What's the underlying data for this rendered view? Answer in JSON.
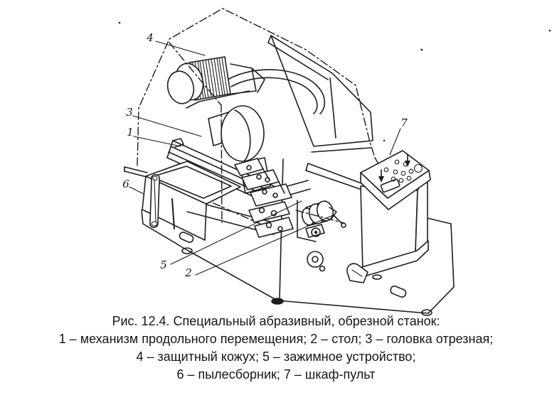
{
  "figure": {
    "type": "technical-drawing",
    "callout_numbers": {
      "n1": "1",
      "n2": "2",
      "n3": "3",
      "n4": "4",
      "n5": "5",
      "n6": "6",
      "n7": "7"
    },
    "caption": {
      "title": "Рис. 12.4. Специальный абразивный, обрезной станок:",
      "legend_lines": [
        "1 – механизм продольного перемещения; 2 – стол; 3 – головка отрезная;",
        "4 – защитный кожух; 5 – зажимное устройство;",
        "6 – пылесборник; 7 – шкаф-пульт"
      ]
    },
    "parts": [
      {
        "number": "1",
        "name": "механизм продольного перемещения"
      },
      {
        "number": "2",
        "name": "стол"
      },
      {
        "number": "3",
        "name": "головка отрезная"
      },
      {
        "number": "4",
        "name": "защитный кожух"
      },
      {
        "number": "5",
        "name": "зажимное устройство"
      },
      {
        "number": "6",
        "name": "пылесборник"
      },
      {
        "number": "7",
        "name": "шкаф-пульт"
      }
    ],
    "colors": {
      "ink": "#1d1d1d",
      "paper": "#ffffff"
    }
  }
}
